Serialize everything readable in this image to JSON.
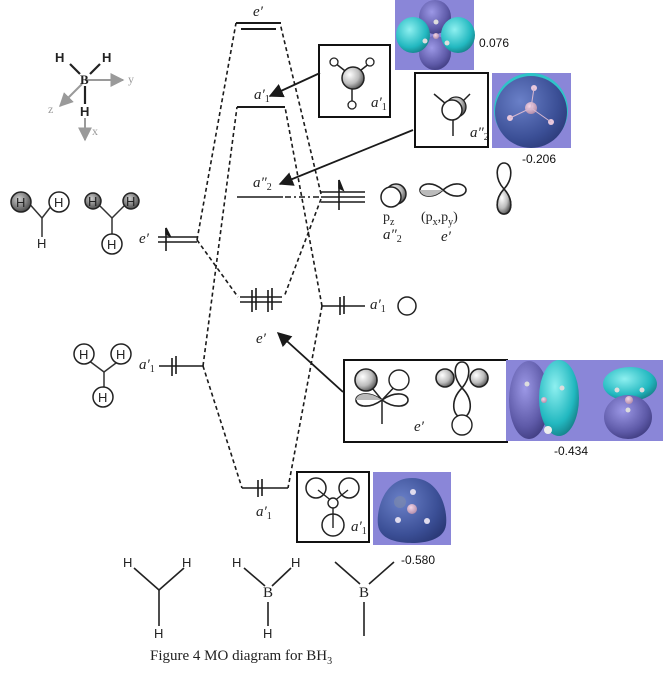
{
  "caption": {
    "prefix": "Figure 4 MO diagram for BH",
    "sub": "3"
  },
  "axes": {
    "x": "x",
    "y": "y",
    "z": "z",
    "center_atom": "B",
    "h": "H"
  },
  "colors": {
    "surface_bg": "#8a86d8",
    "lobe_purple": "#6a66b8",
    "lobe_cyan": "#2ec4c8",
    "line": "#1a1a1a",
    "axis_gray": "#9a9a9a"
  },
  "fragments": {
    "h3_e_label": {
      "sym": "e",
      "prime": "′"
    },
    "h3_a1_label": {
      "sym": "a",
      "sub": "1",
      "prime": "′"
    },
    "b_a1_label": {
      "sym": "a",
      "sub": "1",
      "prime": "′"
    },
    "b_p_labels": {
      "pz": "p",
      "pz_sub": "z",
      "pz_sym": "a",
      "pz_sym_sub": "2",
      "pz_sym_prime": "″",
      "pxy": "(p",
      "pxy_x": "x",
      "pxy_comma": ",p",
      "pxy_y": "y",
      "pxy_close": ")",
      "pxy_sym": "e",
      "pxy_sym_prime": "′"
    }
  },
  "mo_levels": [
    {
      "id": "e-star",
      "sym": "e",
      "sub": "",
      "prime": "′",
      "energy": "0.076",
      "occupied": false
    },
    {
      "id": "a1-star",
      "sym": "a",
      "sub": "1",
      "prime": "′",
      "energy": "",
      "occupied": false
    },
    {
      "id": "a2pp",
      "sym": "a",
      "sub": "2",
      "prime": "″",
      "energy": "-0.206",
      "occupied": false
    },
    {
      "id": "e-bond",
      "sym": "e",
      "sub": "",
      "prime": "′",
      "energy": "-0.434",
      "occupied": true
    },
    {
      "id": "a1-bond",
      "sym": "a",
      "sub": "1",
      "prime": "′",
      "energy": "-0.580",
      "occupied": true
    }
  ],
  "box_labels": {
    "a1_star": {
      "sym": "a",
      "sub": "1",
      "prime": "′"
    },
    "a2pp": {
      "sym": "a",
      "sub": "2",
      "prime": "″"
    },
    "e_bond": {
      "sym": "e",
      "prime": "′"
    },
    "a1_bond": {
      "sym": "a",
      "sub": "1",
      "prime": "′"
    }
  },
  "structures": {
    "H": "H",
    "B": "B"
  }
}
